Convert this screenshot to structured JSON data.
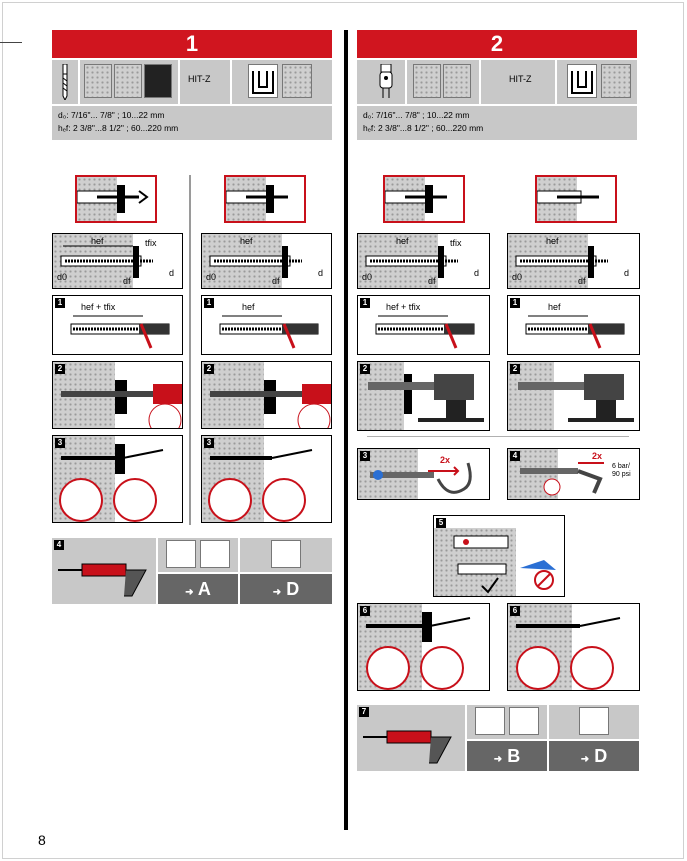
{
  "page_number": "8",
  "columns": [
    {
      "step_header": "1",
      "product_label": "HIT-Z",
      "spec_d0": "d₀: 7/16\"... 7/8\" ; 10...22 mm",
      "spec_hef": "hₑf: 2 3/8\"...8 1/2\" ; 60...220 mm",
      "dim_labels": {
        "hef": "hef",
        "tfix": "tfix",
        "d0": "d0",
        "df": "df",
        "d": "d",
        "hef_plus_tfix": "hef + tfix"
      },
      "steps": [
        "1",
        "2",
        "3",
        "4"
      ],
      "result_a": "A",
      "result_b": "D",
      "arrow_glyph": "➜"
    },
    {
      "step_header": "2",
      "product_label": "HIT-Z",
      "spec_d0": "d₀: 7/16\"... 7/8\" ; 10...22 mm",
      "spec_hef": "hₑf: 2 3/8\"...8 1/2\" ; 60...220 mm",
      "dim_labels": {
        "hef": "hef",
        "tfix": "tfix",
        "d0": "d0",
        "df": "df",
        "d": "d",
        "hef_plus_tfix": "hef + tfix"
      },
      "steps": [
        "1",
        "2",
        "3",
        "4",
        "5",
        "6",
        "7"
      ],
      "rinse_count": "2x",
      "blow_count": "2x",
      "pressure": "6 bar/\n90 psi",
      "result_a": "B",
      "result_b": "D",
      "arrow_glyph": "➜"
    }
  ],
  "colors": {
    "accent": "#d0151f",
    "panel_gray": "#c8c8c8",
    "dark_gray": "#666666"
  }
}
